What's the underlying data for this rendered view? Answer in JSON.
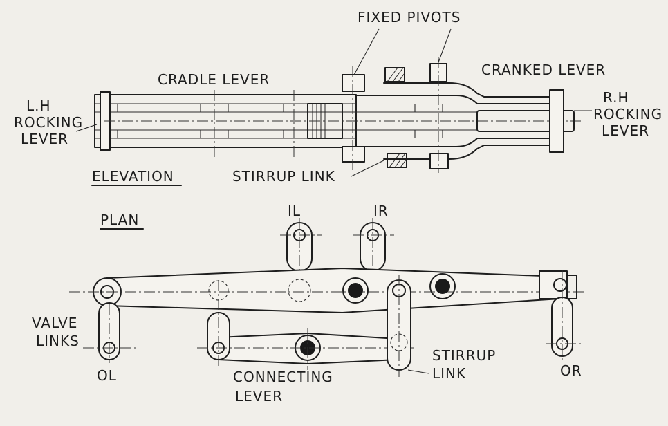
{
  "labels": {
    "fixed_pivots": "FIXED PIVOTS",
    "cradle_lever": "CRADLE LEVER",
    "cranked_lever": "CRANKED LEVER",
    "lh_rocking_lever": [
      "L.H",
      "ROCKING",
      "LEVER"
    ],
    "rh_rocking_lever": [
      "R.H",
      "ROCKING",
      "LEVER"
    ],
    "elevation": "ELEVATION",
    "stirrup_link_top": "STIRRUP LINK",
    "plan": "PLAN",
    "il": "IL",
    "ir": "IR",
    "valve_links": [
      "VALVE",
      "LINKS"
    ],
    "ol": "OL",
    "connecting_lever": [
      "CONNECTING",
      "LEVER"
    ],
    "stirrup_link_bottom": [
      "STIRRUP",
      "LINK"
    ],
    "or": "OR"
  }
}
